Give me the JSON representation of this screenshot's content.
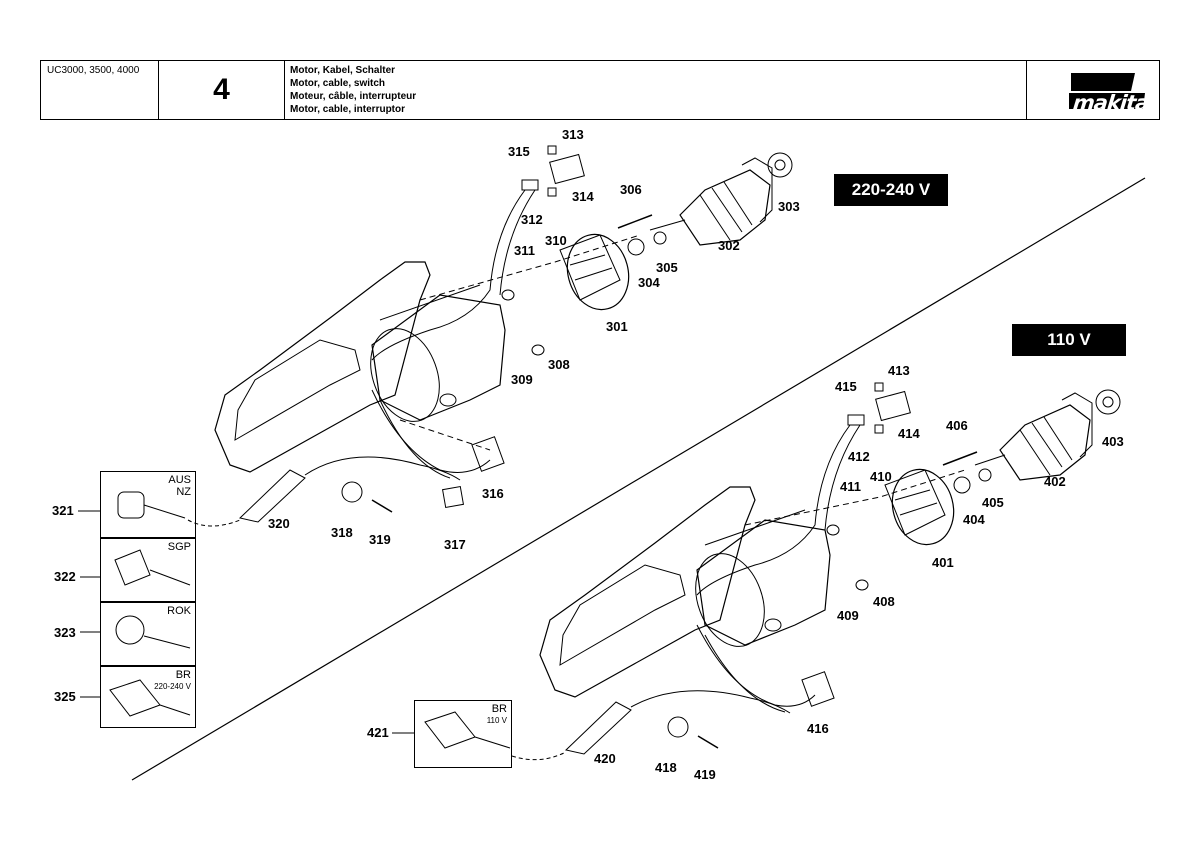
{
  "header": {
    "models": "UC3000, 3500, 4000",
    "section_number": "4",
    "titles": [
      "Motor, Kabel, Schalter",
      "Motor, cable, switch",
      "Moteur, câble, interrupteur",
      "Motor, cable, interruptor"
    ],
    "brand": "makita"
  },
  "voltages": {
    "high": "220-240 V",
    "low": "110 V"
  },
  "plugs": {
    "aus_nz": [
      "AUS",
      "NZ"
    ],
    "sgp": "SGP",
    "rok": "ROK",
    "br_high": {
      "name": "BR",
      "voltage": "220-240 V"
    },
    "br_low": {
      "name": "BR",
      "voltage": "110 V"
    }
  },
  "parts": {
    "p313": "313",
    "p315": "315",
    "p314": "314",
    "p312": "312",
    "p306": "306",
    "p302": "302",
    "p303": "303",
    "p311": "311",
    "p310": "310",
    "p305": "305",
    "p304": "304",
    "p301": "301",
    "p309": "309",
    "p308": "308",
    "p316": "316",
    "p317": "317",
    "p318": "318",
    "p319": "319",
    "p320": "320",
    "p321": "321",
    "p322": "322",
    "p323": "323",
    "p325": "325",
    "p413": "413",
    "p415": "415",
    "p414": "414",
    "p412": "412",
    "p406": "406",
    "p402": "402",
    "p403": "403",
    "p411": "411",
    "p410": "410",
    "p405": "405",
    "p404": "404",
    "p401": "401",
    "p409": "409",
    "p408": "408",
    "p416": "416",
    "p418": "418",
    "p419": "419",
    "p420": "420",
    "p421": "421"
  }
}
